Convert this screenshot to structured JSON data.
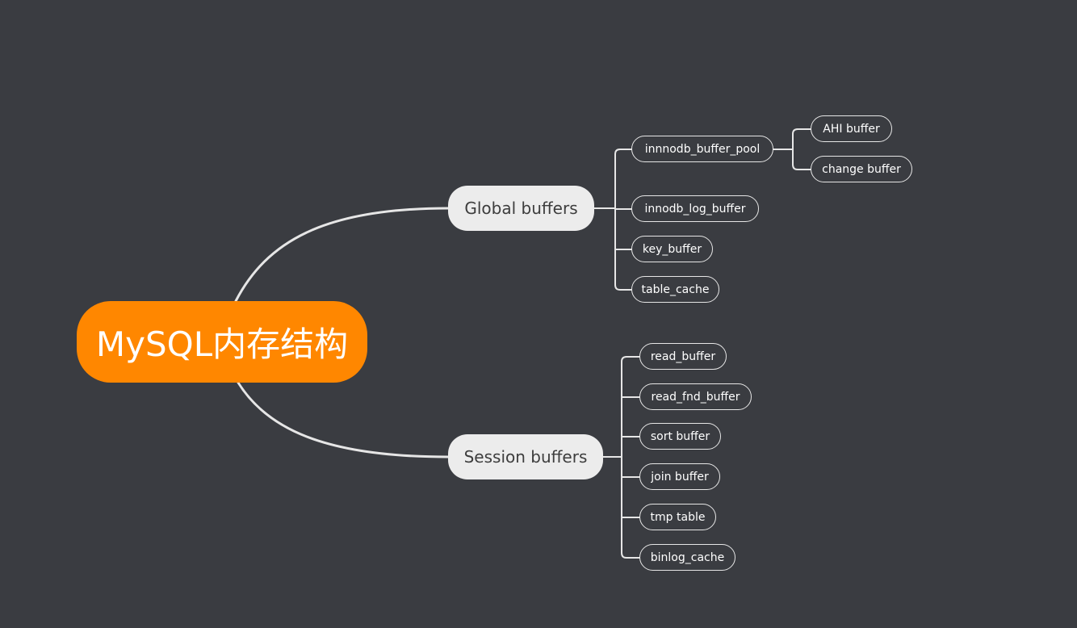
{
  "central_topic": "MySQL内存结构",
  "branches": [
    {
      "label": "Global buffers",
      "children": [
        {
          "label": "innnodb_buffer_pool",
          "children": [
            "AHI buffer",
            "change buffer"
          ]
        },
        {
          "label": "innodb_log_buffer"
        },
        {
          "label": "key_buffer"
        },
        {
          "label": "table_cache"
        }
      ]
    },
    {
      "label": "Session buffers",
      "children": [
        {
          "label": "read_buffer"
        },
        {
          "label": "read_fnd_buffer"
        },
        {
          "label": "sort buffer"
        },
        {
          "label": "join buffer"
        },
        {
          "label": "tmp table"
        },
        {
          "label": "binlog_cache"
        }
      ]
    }
  ],
  "colors": {
    "background": "#3a3c41",
    "central_fill": "#ff8700",
    "branch_fill": "#ececec",
    "line": "#e6e6e6"
  }
}
